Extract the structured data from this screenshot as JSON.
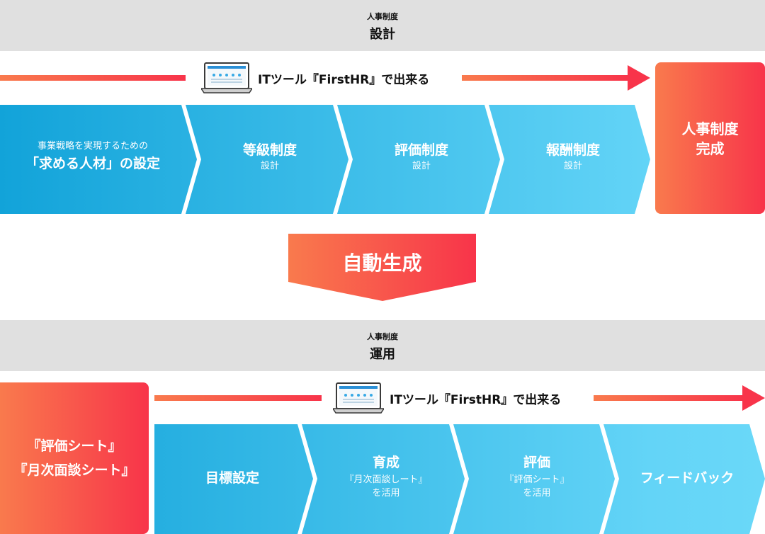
{
  "design_band": {
    "sub": "人事制度",
    "title": "設計"
  },
  "operate_band": {
    "sub": "人事制度",
    "title": "運用"
  },
  "tool_label_1": "ITツール『FirstHR』で出来る",
  "tool_label_2": "ITツール『FirstHR』で出来る",
  "design_steps": [
    {
      "small_top": "事業戦略を実現するための",
      "big": "「求める人材」の設定"
    },
    {
      "big": "等級制度",
      "small": "設計"
    },
    {
      "big": "評価制度",
      "small": "設計"
    },
    {
      "big": "報酬制度",
      "small": "設計"
    }
  ],
  "complete_box": {
    "line1": "人事制度",
    "line2": "完成"
  },
  "auto_generate": "自動生成",
  "sheets_box": {
    "line1": "『評価シート』",
    "line2": "『月次面談シート』"
  },
  "operate_steps": [
    {
      "big": "目標設定"
    },
    {
      "big": "育成",
      "small1": "『月次面談しート』",
      "small2": "を活用"
    },
    {
      "big": "評価",
      "small1": "『評価シート』",
      "small2": "を活用"
    },
    {
      "big": "フィードバック"
    }
  ],
  "colors": {
    "band_bg": "#e0e0e0",
    "blue_start": "#12a3d9",
    "blue_end": "#63d4f7",
    "red_start": "#f97a4d",
    "red_end": "#f8344a"
  }
}
